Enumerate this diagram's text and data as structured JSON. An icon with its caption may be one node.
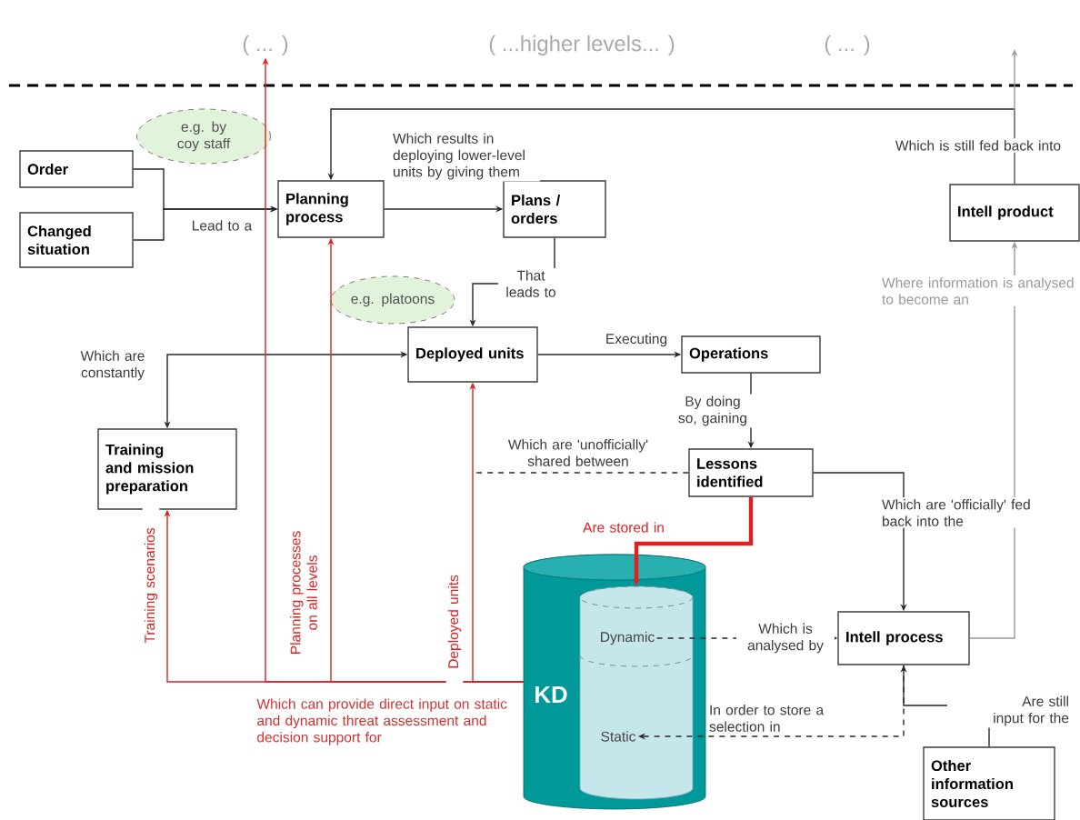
{
  "diagram": {
    "nodes": [
      {
        "text": [
          "( ... )"
        ]
      },
      {
        "text": [
          "( ...higher levels... )"
        ]
      },
      {
        "text": [
          "( ... )"
        ]
      },
      {
        "text": [
          "Order"
        ]
      },
      {
        "text": [
          "Changed situation"
        ]
      },
      {
        "text": [
          "e.g. by coy staff"
        ]
      },
      {
        "text": [
          "Planning process"
        ]
      },
      {
        "text": [
          "Plans / orders"
        ]
      },
      {
        "text": [
          "e.g. platoons"
        ]
      },
      {
        "text": [
          "Deployed units"
        ]
      },
      {
        "text": [
          "Operations"
        ]
      },
      {
        "text": [
          "Training and mission preparation"
        ]
      },
      {
        "text": [
          "Lessons identified"
        ]
      },
      {
        "text": [
          "KD"
        ]
      },
      {
        "text": [],
        "shape": "cylinder",
        "in": 13
      },
      {
        "text": [
          "Dynamic"
        ],
        "in": 14
      },
      {
        "text": [
          "Static"
        ],
        "in": 14
      },
      {
        "text": [
          "Intell process"
        ]
      },
      {
        "text": [
          "Intell product"
        ]
      },
      {
        "text": [
          "Other information sources"
        ]
      }
    ],
    "edges": [
      {
        "from": 3,
        "to": 6,
        "arrow": "to",
        "label": "Lead to a"
      },
      {
        "from": 4,
        "to": 6,
        "arrow": "to"
      },
      {
        "from": 6,
        "to": 7,
        "arrow": "to",
        "label": "Which results in deploying lower-level units by giving them"
      },
      {
        "from": 18,
        "to": 6,
        "arrow": "to",
        "label": "Which is still fed back into"
      },
      {
        "from": 18,
        "to": null,
        "arrow": "to",
        "color": "#999999"
      },
      {
        "from": 7,
        "to": 9,
        "arrow": "to",
        "label": "That leads to"
      },
      {
        "from": 9,
        "to": 10,
        "arrow": "to",
        "label": "Executing"
      },
      {
        "from": 9,
        "to": 11,
        "arrow": "both",
        "label": "Which are constantly"
      },
      {
        "from": 10,
        "to": 12,
        "arrow": "to",
        "label": "By doing so, gaining"
      },
      {
        "from": 12,
        "to": null,
        "arrow": "none",
        "style": "dashed",
        "label": "Which are 'unofficially' shared between"
      },
      {
        "from": 12,
        "to": 14,
        "arrow": "to",
        "style": "thick",
        "color": "#e02020",
        "label": "Are stored in"
      },
      {
        "from": 12,
        "to": 17,
        "arrow": "to",
        "label": "Which are 'officially' fed back into the"
      },
      {
        "from": 15,
        "to": 17,
        "arrow": "to",
        "style": "dashed",
        "label": "Which is analysed by"
      },
      {
        "from": 17,
        "to": 16,
        "arrow": "to",
        "style": "dashed",
        "label": "In order to store a selection in"
      },
      {
        "from": 17,
        "to": 18,
        "arrow": "to",
        "color": "#999999",
        "label": "Where information is analysed to become an"
      },
      {
        "from": 19,
        "to": 17,
        "arrow": "to",
        "label": "Are still input for the"
      },
      {
        "from": 13,
        "to": 11,
        "arrow": "to",
        "color": "#e02020",
        "label": "Training scenarios"
      },
      {
        "from": 13,
        "to": 0,
        "arrow": "to",
        "color": "#e02020"
      },
      {
        "from": 13,
        "to": 6,
        "arrow": "to",
        "color": "#e02020",
        "label": "Planning processes on all levels"
      },
      {
        "from": 13,
        "to": 9,
        "arrow": "to",
        "color": "#e02020",
        "label": "Deployed units"
      }
    ],
    "labels": [
      "Which can provide direct input on static and dynamic threat assessment and decision support for"
    ]
  }
}
